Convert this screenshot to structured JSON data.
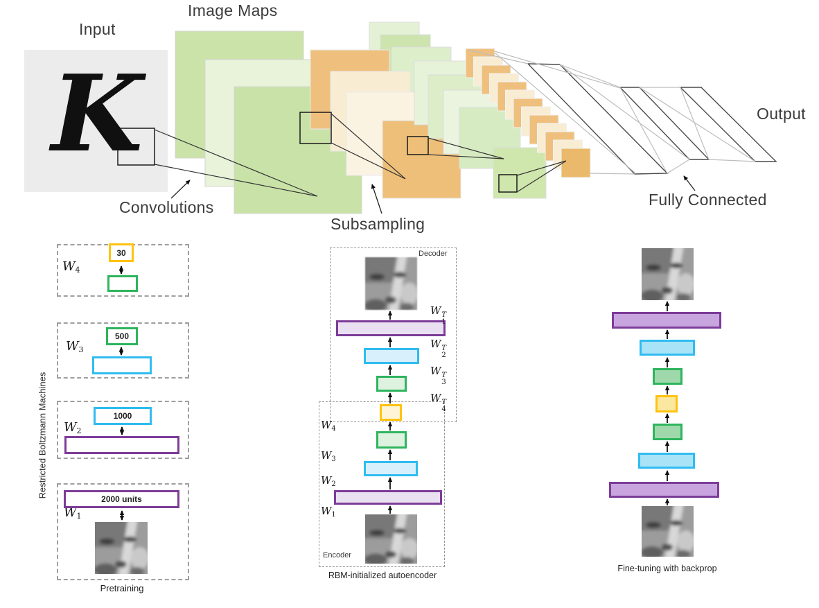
{
  "palette": {
    "border_yellow": "#ffc20e",
    "border_green": "#2eb45d",
    "border_cyan": "#2fbcf0",
    "border_purple": "#7d3c98",
    "fill_light_purple": "#e9e0f2",
    "fill_light_cyan": "#d8f0fb",
    "fill_light_green": "#def2e0",
    "fill_light_yellow": "#fdf5d5",
    "fill_mid_purple": "#c9a5e0",
    "fill_mid_cyan": "#a9e3f8",
    "fill_mid_green": "#9fd9ab",
    "fill_mid_yellow": "#fbe8a0",
    "map_green": "#cbe3a9",
    "map_green_pale": "#e8f3da",
    "map_orange": "#efc07d",
    "map_cream": "#f8ecd3",
    "input_gray": "#ececec"
  },
  "cnn": {
    "title": "Image Maps",
    "input_label": "Input",
    "input_glyph": "K",
    "convolutions_label": "Convolutions",
    "subsampling_label": "Subsampling",
    "fully_connected_label": "Fully Connected",
    "output_label": "Output"
  },
  "pretraining": {
    "side_label": "Restricted Boltzmann Machines",
    "caption": "Pretraining",
    "rbms": [
      {
        "weight_base": "W",
        "weight_sub": "4",
        "top_value": "30"
      },
      {
        "weight_base": "W",
        "weight_sub": "3",
        "top_value": "500"
      },
      {
        "weight_base": "W",
        "weight_sub": "2",
        "top_value": "1000"
      },
      {
        "weight_base": "W",
        "weight_sub": "1",
        "top_value": "2000 units"
      }
    ]
  },
  "autoencoder": {
    "caption": "RBM-initialized autoencoder",
    "decoder_label": "Decoder",
    "encoder_label": "Encoder",
    "decoder_weights": [
      {
        "base": "W",
        "sub": "1",
        "sup": "T"
      },
      {
        "base": "W",
        "sub": "2",
        "sup": "T"
      },
      {
        "base": "W",
        "sub": "3",
        "sup": "T"
      },
      {
        "base": "W",
        "sub": "4",
        "sup": "T"
      }
    ],
    "encoder_weights": [
      {
        "base": "W",
        "sub": "4"
      },
      {
        "base": "W",
        "sub": "3"
      },
      {
        "base": "W",
        "sub": "2"
      },
      {
        "base": "W",
        "sub": "1"
      }
    ]
  },
  "finetuning": {
    "caption": "Fine-tuning with backprop"
  }
}
